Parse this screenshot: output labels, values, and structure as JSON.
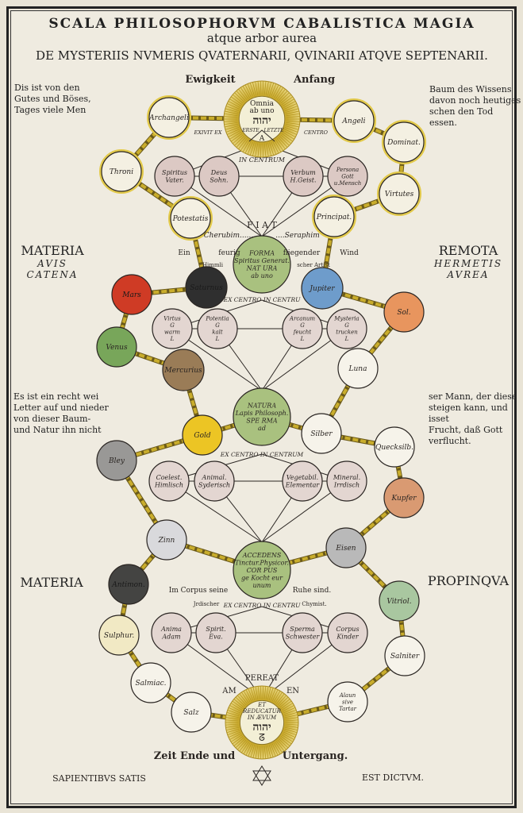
{
  "header": {
    "title": "SCALA PHILOSOPHORVM CABALISTICA MAGIA",
    "subtitle": "atque arbor aurea",
    "title2": "DE MYSTERIIS NVMERIS QVATERNARII, QVINARII ATQVE SEPTENARII."
  },
  "side_text": {
    "top_left": [
      "Dis ist von den",
      "Gutes und Böses,",
      "Tages viele Men"
    ],
    "top_right": [
      "Baum des Wissens",
      "davon noch heutiges",
      "schen den Tod essen."
    ],
    "mid_left": [
      "Es ist ein recht wei",
      "Letter auf und nieder",
      "von dieser Baum-",
      "und Natur ihn nicht"
    ],
    "mid_right": [
      "ser Mann, der diese",
      "steigen kann, und isset",
      "Frucht, daß Gott",
      "verflucht."
    ],
    "materia_top": "MATERIA",
    "avis": "AVIS",
    "catena": "CATENA",
    "remota": "REMOTA",
    "hermetis": "HERMETIS",
    "aurea": "AVREA",
    "materia_bottom": "MATERIA",
    "propinqua": "PROPINQVA"
  },
  "labels": {
    "ewigkeit": "Ewigkeit",
    "anfang": "Anfang",
    "exivit": "EXIVIT EX",
    "centro": "CENTRO",
    "in_centrum": "IN CENTRUM",
    "fiat": "F I A T",
    "cherubim": "Cherubim......",
    "seraphim": "....Seraphim",
    "ein": "Ein",
    "feurig": "feurig",
    "himmli": "Himmli",
    "fliegender": "fliegender",
    "scher": "scher Artist",
    "wind": "Wind",
    "excentro1": "EX CENTRO IN CENTRU",
    "excentro2": "EX CENTRO IN CENTRUM",
    "excentro3": "EX CENTRO IN CENTRU",
    "im_corpus": "Im Corpus seine",
    "irdischer": "Jrdischer",
    "ruhe": "Ruhe sind.",
    "chymist": "Chymist.",
    "pereat": "PEREAT",
    "am": "AM",
    "en": "EN",
    "zeit": "Zeit Ende und",
    "untergang": "Untergang.",
    "sapientibus": "SAPIENTIBVS SATIS",
    "est_dictum": "EST DICTVM."
  },
  "suns": {
    "top": {
      "lines": [
        "Omnia",
        "ab uno"
      ],
      "hebrew": "יהוה",
      "left": "ERSTE",
      "right": "LETZTE",
      "letter": "A"
    },
    "bottom": {
      "lines": [
        "ET",
        "REDUCATUR",
        "IN ÆVUM"
      ],
      "hebrew": "יהוה",
      "sign": "ᘔ"
    }
  },
  "nodes": [
    {
      "id": "archangeli",
      "lines": [
        "Archangeli"
      ],
      "fill": "#f4f0e2",
      "ring": "#e2c94a"
    },
    {
      "id": "angeli",
      "lines": [
        "Angeli"
      ],
      "fill": "#f4f0e2",
      "ring": "#e2c94a"
    },
    {
      "id": "throni",
      "lines": [
        "Throni"
      ],
      "fill": "#f4f0e2",
      "ring": "#e2c94a"
    },
    {
      "id": "dominat",
      "lines": [
        "Dominat."
      ],
      "fill": "#f4f0e2",
      "ring": "#e2c94a"
    },
    {
      "id": "virtutes",
      "lines": [
        "Virtutes"
      ],
      "fill": "#f4f0e2",
      "ring": "#e2c94a"
    },
    {
      "id": "potestatis",
      "lines": [
        "Potestatis"
      ],
      "fill": "#f4f0e2",
      "ring": "#e2c94a"
    },
    {
      "id": "principat",
      "lines": [
        "Principat."
      ],
      "fill": "#f4f0e2",
      "ring": "#e2c94a"
    },
    {
      "id": "p1a",
      "lines": [
        "Spiritus",
        "Vater."
      ],
      "fill": "#dcc9c4"
    },
    {
      "id": "p1b",
      "lines": [
        "Deus",
        "Sohn."
      ],
      "fill": "#dcc9c4"
    },
    {
      "id": "p1c",
      "lines": [
        "Verbum",
        "H.Geist."
      ],
      "fill": "#dcc9c4"
    },
    {
      "id": "p1d",
      "lines": [
        "Persona",
        "Gott",
        "u.Mensch"
      ],
      "fill": "#dcc9c4"
    },
    {
      "id": "forma",
      "lines": [
        "FORMA",
        "Spiritus Generat.",
        "NAT URA",
        "ab uno"
      ],
      "fill": "#a9c17f"
    },
    {
      "id": "mars",
      "lines": [
        "Mars"
      ],
      "fill": "#cf3b25"
    },
    {
      "id": "saturnus",
      "lines": [
        "Saturnus"
      ],
      "fill": "#2f2f2f"
    },
    {
      "id": "jupiter",
      "lines": [
        "Jupiter"
      ],
      "fill": "#6e9ccb"
    },
    {
      "id": "sol",
      "lines": [
        "Sol."
      ],
      "fill": "#e8955e"
    },
    {
      "id": "venus",
      "lines": [
        "Venus"
      ],
      "fill": "#78a65a"
    },
    {
      "id": "mercurius",
      "lines": [
        "Mercurius"
      ],
      "fill": "#9a7c57"
    },
    {
      "id": "luna",
      "lines": [
        "Luna"
      ],
      "fill": "#f6f3ea"
    },
    {
      "id": "p2a",
      "lines": [
        "Virtus",
        "G",
        "warm",
        "L"
      ],
      "fill": "#e3d6d1"
    },
    {
      "id": "p2b",
      "lines": [
        "Potentia",
        "G",
        "kalt",
        "L"
      ],
      "fill": "#e3d6d1"
    },
    {
      "id": "p2c",
      "lines": [
        "Arcanum",
        "G",
        "feucht",
        "L"
      ],
      "fill": "#e3d6d1"
    },
    {
      "id": "p2d",
      "lines": [
        "Mysteria",
        "G",
        "trucken",
        "L"
      ],
      "fill": "#e3d6d1"
    },
    {
      "id": "natura",
      "lines": [
        "NATURA",
        "Lapis Philosoph.",
        "SPE RMA",
        "ad"
      ],
      "fill": "#a9c17f"
    },
    {
      "id": "gold",
      "lines": [
        "Gold"
      ],
      "fill": "#ecc524"
    },
    {
      "id": "silber",
      "lines": [
        "Silber"
      ],
      "fill": "#f6f3ea"
    },
    {
      "id": "bley",
      "lines": [
        "Bley"
      ],
      "fill": "#999896"
    },
    {
      "id": "quecksilb",
      "lines": [
        "Quecksilb."
      ],
      "fill": "#f6f3ea"
    },
    {
      "id": "kupfer",
      "lines": [
        "Kupfer"
      ],
      "fill": "#d99a72"
    },
    {
      "id": "p3a",
      "lines": [
        "Coelest.",
        "Himlisch"
      ],
      "fill": "#e3d6d1"
    },
    {
      "id": "p3b",
      "lines": [
        "Animal.",
        "Syderisch"
      ],
      "fill": "#e3d6d1"
    },
    {
      "id": "p3c",
      "lines": [
        "Vegetabil.",
        "Elementar"
      ],
      "fill": "#e3d6d1"
    },
    {
      "id": "p3d",
      "lines": [
        "Mineral.",
        "Irrdisch"
      ],
      "fill": "#e3d6d1"
    },
    {
      "id": "zinn",
      "lines": [
        "Zinn"
      ],
      "fill": "#d9d9dc"
    },
    {
      "id": "eisen",
      "lines": [
        "Eisen"
      ],
      "fill": "#b9b9b9"
    },
    {
      "id": "accedens",
      "lines": [
        "ACCEDENS",
        "Tinctur.Physicor.",
        "COR PUS",
        "ge Kocht eur",
        "unum"
      ],
      "fill": "#a9c17f"
    },
    {
      "id": "antimon",
      "lines": [
        "Antimon."
      ],
      "fill": "#444442"
    },
    {
      "id": "vitriol",
      "lines": [
        "Vitriol."
      ],
      "fill": "#a9c7a0"
    },
    {
      "id": "p4a",
      "lines": [
        "Anima",
        "Adam"
      ],
      "fill": "#e3d6d1"
    },
    {
      "id": "p4b",
      "lines": [
        "Spirit.",
        "Eva."
      ],
      "fill": "#e3d6d1"
    },
    {
      "id": "p4c",
      "lines": [
        "Sperma",
        "Schwester"
      ],
      "fill": "#e3d6d1"
    },
    {
      "id": "p4d",
      "lines": [
        "Corpus",
        "Kinder"
      ],
      "fill": "#e3d6d1"
    },
    {
      "id": "sulphur",
      "lines": [
        "Sulphur."
      ],
      "fill": "#f1e9c4"
    },
    {
      "id": "salniter",
      "lines": [
        "Salniter"
      ],
      "fill": "#f6f3ea"
    },
    {
      "id": "salmiac",
      "lines": [
        "Salmiac."
      ],
      "fill": "#f6f3ea"
    },
    {
      "id": "salz",
      "lines": [
        "Salz"
      ],
      "fill": "#f6f3ea"
    },
    {
      "id": "alaun",
      "lines": [
        "Alaun",
        "sive",
        "Tartar"
      ],
      "fill": "#f6f3ea"
    }
  ],
  "colors": {
    "paper": "#efebe0",
    "ink": "#222222",
    "gold": "#d8bf3a",
    "chain": "#c9ad2c"
  }
}
